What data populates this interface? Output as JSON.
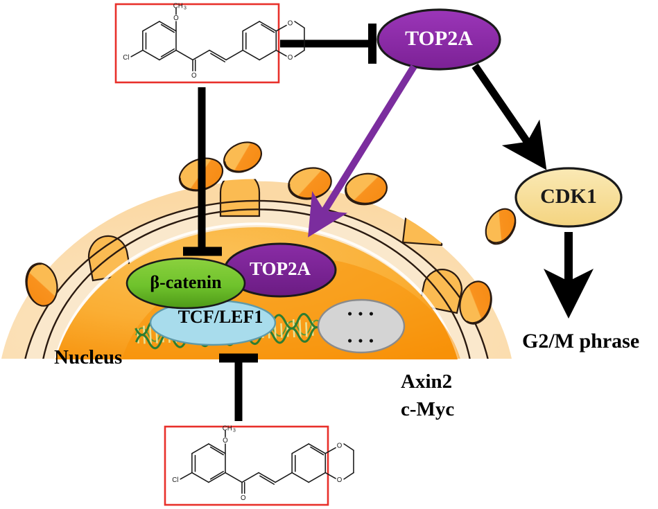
{
  "figure": {
    "title": "TOP2A Wnt/beta-catenin signaling pathway diagram",
    "background_color": "#ffffff"
  },
  "nodes": {
    "top2a_outer": {
      "label": "TOP2A",
      "fill": "#8B2BA6",
      "text_color": "#ffffff",
      "stroke": "#1a1a1a",
      "shape": "ellipse"
    },
    "top2a_nuclear": {
      "label": "TOP2A",
      "fill": "#7B2495",
      "text_color": "#ffffff",
      "stroke": "#1a1a1a",
      "shape": "ellipse"
    },
    "cdk1": {
      "label": "CDK1",
      "fill": "#F7DF96",
      "text_color": "#1a1a1a",
      "stroke": "#1a1a1a",
      "shape": "ellipse"
    },
    "beta_catenin": {
      "label": "β-catenin",
      "fill": "#6FC22C",
      "text_color": "#000000",
      "stroke": "#1a1a1a",
      "shape": "ellipse"
    },
    "tcf_lef1": {
      "label": "TCF/LEF1",
      "fill": "#A8DCEC",
      "text_color": "#000000",
      "stroke": "#5f9aa8",
      "shape": "ellipse"
    },
    "target_genes": {
      "label_top": "• • •",
      "label_bottom": "• • •",
      "fill": "#D4D4D4",
      "stroke": "#8a8a8a",
      "shape": "ellipse"
    }
  },
  "labels": {
    "nucleus": "Nucleus",
    "g2m_phrase": "G2/M phrase",
    "axin2": "Axin2",
    "c_myc": "c-Myc"
  },
  "cell": {
    "cytoplasm_fill": "#FBDFB4",
    "envelope_fill": "#FAE8CC",
    "nucleoplasm_fill": "#F9A51A",
    "nucleoplasm_inner_fill": "#FBBB52",
    "organelle_fill": "#F9921E",
    "organelle_light": "#FBBB52",
    "outline": "#2a1a10"
  },
  "dna": {
    "strand_color": "#2E7D32",
    "rung_color": "#E9E59A",
    "description": "double helix DNA strand"
  },
  "edges": [
    {
      "id": "compound-top-inhibits-top2a",
      "from": "compound-top",
      "to": "top2a_outer",
      "kind": "inhibition",
      "color": "#000000"
    },
    {
      "id": "compound-top-inhibits-nuclear-complex",
      "from": "compound-top",
      "to": "nuclear-complex",
      "kind": "inhibition",
      "color": "#000000"
    },
    {
      "id": "top2a-activates-nuclear-top2a",
      "from": "top2a_outer",
      "to": "top2a_nuclear",
      "kind": "activation",
      "color": "#7B2D9E"
    },
    {
      "id": "top2a-activates-cdk1",
      "from": "top2a_outer",
      "to": "cdk1",
      "kind": "activation",
      "color": "#000000"
    },
    {
      "id": "cdk1-activates-g2m",
      "from": "cdk1",
      "to": "g2m_phrase",
      "kind": "activation",
      "color": "#000000"
    },
    {
      "id": "compound-bottom-inhibits-dna",
      "from": "compound-bottom",
      "to": "dna",
      "kind": "inhibition",
      "color": "#000000"
    }
  ],
  "compounds": {
    "border_color": "#e8302a",
    "top": {
      "name": "chalcone-derivative-structure",
      "atoms": [
        "CH",
        "3",
        "O",
        "Cl",
        "O",
        "O",
        "O"
      ],
      "labels": {
        "methyl": "CH",
        "methyl_sub": "3",
        "ether_o": "O",
        "chloro": "Cl",
        "carbonyl_o": "O",
        "dioxane_o1": "O",
        "dioxane_o2": "O"
      }
    },
    "bottom": {
      "name": "chalcone-derivative-structure",
      "labels": {
        "methyl": "CH",
        "methyl_sub": "3",
        "ether_o": "O",
        "chloro": "Cl",
        "carbonyl_o": "O",
        "dioxane_o1": "O",
        "dioxane_o2": "O"
      }
    }
  }
}
